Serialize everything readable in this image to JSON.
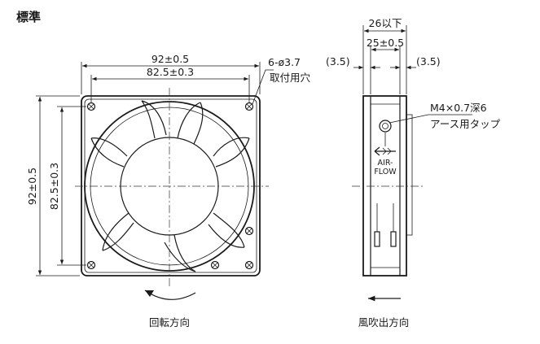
{
  "title": "標準",
  "front_view": {
    "outer_width": "92±0.5",
    "hole_pitch_width": "82.5±0.3",
    "outer_height": "92±0.5",
    "hole_pitch_height": "82.5±0.3",
    "holes_note": "6-ø3.7",
    "holes_note_2": "取付用穴",
    "rotation_caption": "回転方向"
  },
  "side_view": {
    "max_depth": "26以下",
    "depth": "25±0.5",
    "offset_left": "(3.5)",
    "offset_right": "(3.5)",
    "screw_note": "M4×0.7深6",
    "screw_note_2": "アース用タップ",
    "airflow_label_1": "AIR-",
    "airflow_label_2": "FLOW",
    "airflow_caption": "風吹出方向"
  },
  "icons": [
    "rotation-arrow-icon",
    "airflow-arrow-icon"
  ]
}
